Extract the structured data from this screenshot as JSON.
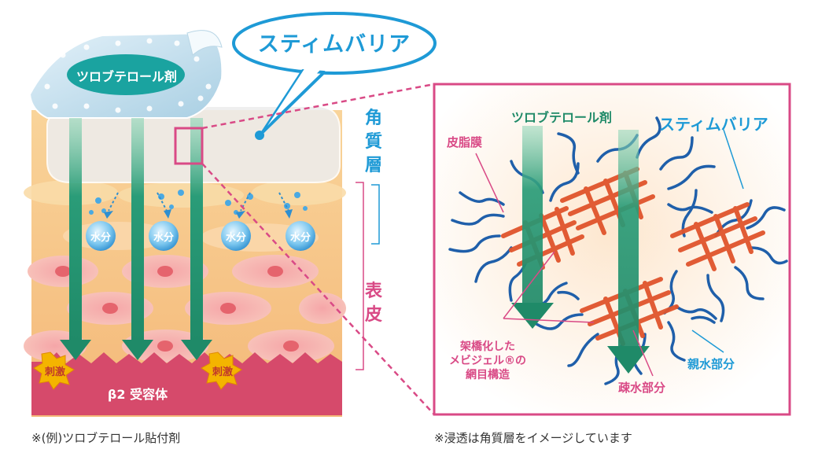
{
  "colors": {
    "magenta": "#d94a86",
    "blue": "#1e9ad6",
    "green": "#1f8a68",
    "skin": "#f7c886",
    "receptor": "#d64a6b",
    "stimulus": "#f4b400",
    "mesh": "#e0542c",
    "chain": "#1f5faa"
  },
  "left": {
    "patch_label": "ツロブテロール剤",
    "bubble_label": "スティムバリア",
    "water_label": "水分",
    "stimulus_label": "刺激",
    "receptor_label": "β2 受容体",
    "stratum_corneum_chars": [
      "角",
      "質",
      "層"
    ],
    "epidermis_chars": [
      "表",
      "皮"
    ]
  },
  "right": {
    "drug_label": "ツロブテロール剤",
    "barrier_label": "スティムバリア",
    "sebum_label": "皮脂膜",
    "crosslink_lines": [
      "架橋化した",
      "メビジェル®の",
      "網目構造"
    ],
    "hydrophilic_label": "親水部分",
    "hydrophobic_label": "疎水部分"
  },
  "captions": {
    "left": "※(例)ツロブテロール貼付剤",
    "right": "※浸透は角質層をイメージしています"
  }
}
